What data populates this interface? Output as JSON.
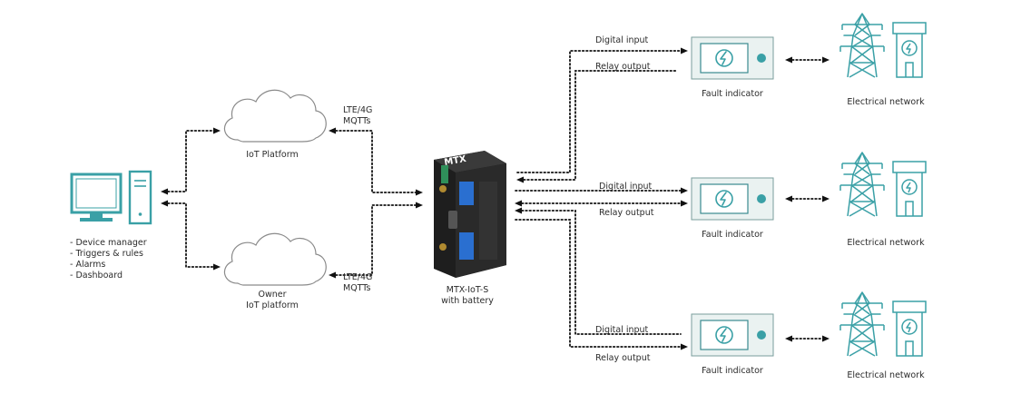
{
  "colors": {
    "accent": "#3aa0a6",
    "line": "#111111",
    "fault_box_fill": "#eaf2f1",
    "device_body": "#2a2a2a"
  },
  "computer": {
    "features": [
      "- Device manager",
      "- Triggers & rules",
      "- Alarms",
      "- Dashboard"
    ]
  },
  "cloud_top": {
    "label": "IoT Platform",
    "link": [
      "LTE/4G",
      "MQTTs"
    ]
  },
  "cloud_bottom": {
    "label": [
      "Owner",
      "IoT platform"
    ],
    "link": [
      "LTE/4G",
      "MQTTs"
    ]
  },
  "device": {
    "label": [
      "MTX-IoT-S",
      "with battery"
    ],
    "icon": "mtx-iot-s-device"
  },
  "branches": [
    {
      "digital_input": "Digital input",
      "relay_output": "Relay output",
      "fault_indicator": "Fault indicator",
      "network": "Electrical network"
    },
    {
      "digital_input": "Digital input",
      "relay_output": "Relay output",
      "fault_indicator": "Fault indicator",
      "network": "Electrical network"
    },
    {
      "digital_input": "Digital input",
      "relay_output": "Relay output",
      "fault_indicator": "Fault indicator",
      "network": "Electrical network"
    }
  ]
}
